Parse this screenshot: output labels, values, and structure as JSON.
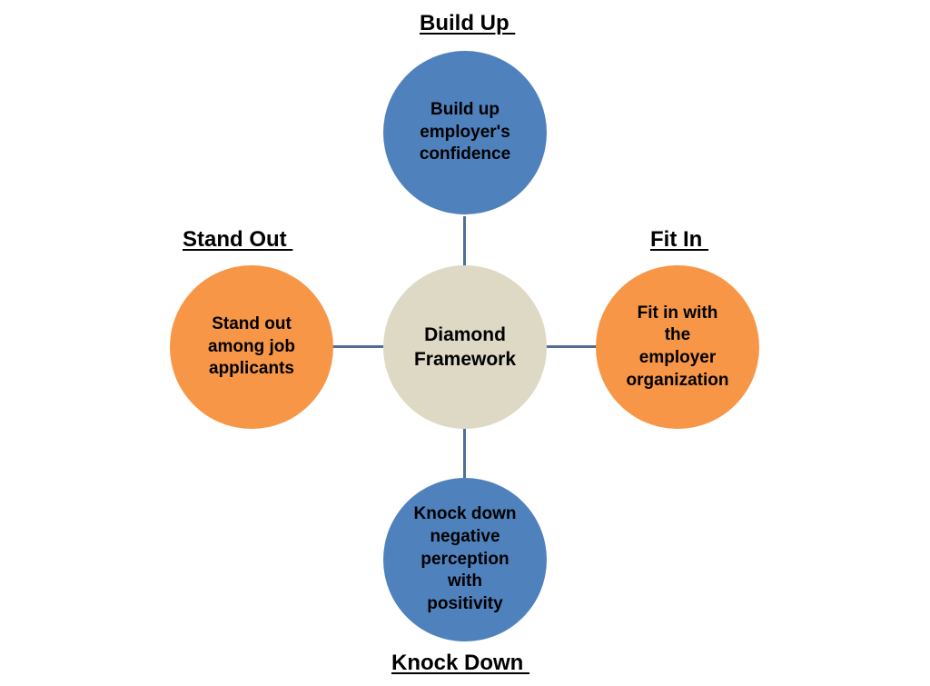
{
  "diagram": {
    "center": {
      "label": "Diamond\nFramework",
      "fill": "#ddd9c4"
    },
    "connector_color": "#4f6f94",
    "nodes": {
      "top": {
        "heading": "Build Up ",
        "text": "Build up\nemployer's\nconfidence",
        "fill": "#4f81bd"
      },
      "left": {
        "heading": "Stand Out ",
        "text": "Stand out\namong job\napplicants",
        "fill": "#f79646"
      },
      "right": {
        "heading": "Fit In ",
        "text": "Fit in with\nthe\nemployer\norganization",
        "fill": "#f79646"
      },
      "bottom": {
        "heading": "Knock Down ",
        "text": "Knock down\nnegative\nperception\nwith\npositivity",
        "fill": "#4f81bd"
      }
    }
  }
}
